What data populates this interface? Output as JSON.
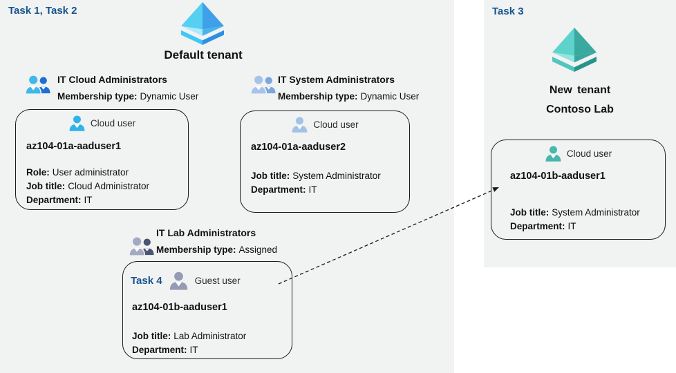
{
  "colors": {
    "canvas_bg": "#ffffff",
    "panel_bg": "#f1f2f2",
    "task_label": "#15548f",
    "card_border": "#1a1a1a",
    "arrow": "#1a1a1a",
    "aad_blue": {
      "face_tl": "#55cff2",
      "face_tr": "#3f9fe8",
      "face_bl": "#abe9fb",
      "face_br": "#47b4ea",
      "rim_l": "#40c8f4",
      "rim_r": "#2b90e4"
    },
    "aad_teal": {
      "face_tl": "#5ed3cb",
      "face_tr": "#3aa9a0",
      "face_bl": "#93e4de",
      "face_br": "#37a89f",
      "rim_l": "#4fc6be",
      "rim_r": "#27948c"
    },
    "group_cloud": {
      "front": "#3fb8ea",
      "back": "#1c6fd4"
    },
    "group_system": {
      "front": "#a6c4e7",
      "back": "#7ca7db"
    },
    "group_lab": {
      "front": "#a3a9c0",
      "back": "#4c5474"
    },
    "user_cloud1": "#2fb3e8",
    "user_cloud2": "#a2c3e7",
    "user_guest": "#959bb3",
    "user_teal": "#48b7ae"
  },
  "left_panel": {
    "task_label": "Task 1, Task 2",
    "tenant_name": "Default tenant",
    "groups": [
      {
        "name": "IT Cloud Administrators",
        "membership_label": "Membership type:",
        "membership_value": "Dynamic User"
      },
      {
        "name": "IT System Administrators",
        "membership_label": "Membership type:",
        "membership_value": "Dynamic User"
      },
      {
        "name": "IT Lab Administrators",
        "membership_label": "Membership type:",
        "membership_value": "Assigned"
      }
    ],
    "cards": [
      {
        "user_type": "Cloud user",
        "username": "az104-01a-aaduser1",
        "attributes": [
          {
            "label": "Role:",
            "value": "User administrator"
          },
          {
            "label": "Job title:",
            "value": "Cloud Administrator"
          },
          {
            "label": "Department:",
            "value": "IT"
          }
        ]
      },
      {
        "user_type": "Cloud user",
        "username": "az104-01a-aaduser2",
        "attributes": [
          {
            "label": "Job title:",
            "value": "System Administrator"
          },
          {
            "label": "Department:",
            "value": "IT"
          }
        ]
      },
      {
        "task_label": "Task 4",
        "user_type": "Guest user",
        "username": "az104-01b-aaduser1",
        "attributes": [
          {
            "label": "Job title:",
            "value": "Lab Administrator"
          },
          {
            "label": "Department:",
            "value": "IT"
          }
        ]
      }
    ]
  },
  "right_panel": {
    "task_label": "Task 3",
    "tenant_name_line1": "New tenant",
    "tenant_name_line2": "Contoso Lab",
    "card": {
      "user_type": "Cloud user",
      "username": "az104-01b-aaduser1",
      "attributes": [
        {
          "label": "Job title:",
          "value": "System Administrator"
        },
        {
          "label": "Department:",
          "value": "IT"
        }
      ]
    }
  }
}
